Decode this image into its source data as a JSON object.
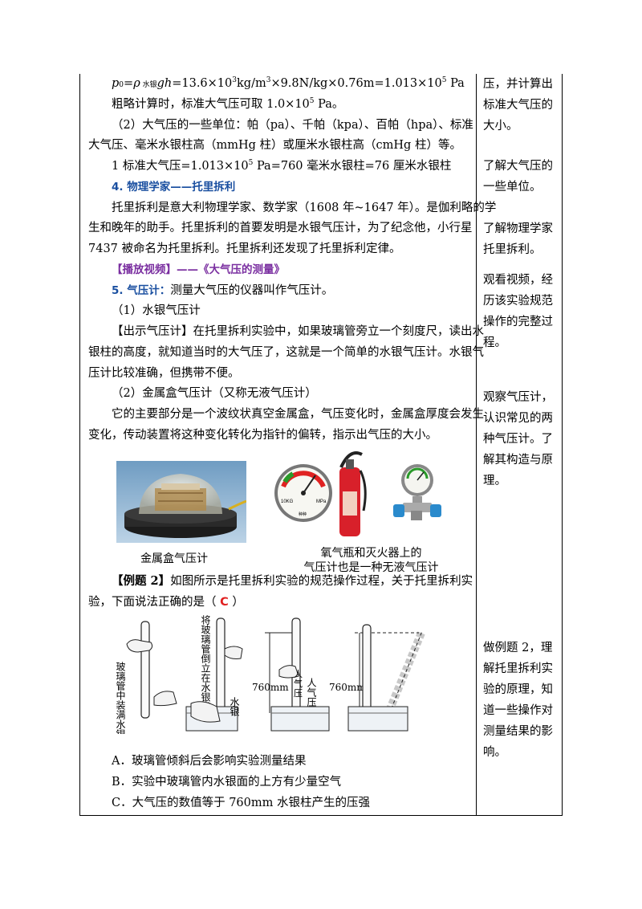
{
  "formula": {
    "lhs_var": "p",
    "lhs_sub": "0",
    "eq": "=",
    "rho": "ρ",
    "rho_sub": " 水银",
    "gh": "gh",
    "rest": "=13.6×10",
    "e1": "3",
    "u1": "kg/m",
    "e2": "3",
    "u2": "×9.8N/kg×0.76m=1.013×10",
    "e3": "5",
    "u3": " Pa"
  },
  "rough": {
    "a": "粗略计算时，标准大气压可取 1.0×10",
    "e": "5",
    "b": " Pa。"
  },
  "units_line1": "（2）大气压的一些单位：帕（pa）、千帕（kpa）、百帕（hpa）、标准",
  "units_line2": "大气压、毫米水银柱高（mmHg 柱）或厘米水银柱高（cmHg 柱）等。",
  "std": {
    "a": "1 标准大气压=1.013×10",
    "e": "5",
    "b": " Pa=760 毫米水银柱=76 厘米水银柱"
  },
  "heading4": "4.  物理学家——托里拆利",
  "tor1": "托里拆利是意大利物理学家、数学家（1608 年~1647 年）。是伽利略的学",
  "tor2": "生和晚年的助手。托里拆利的首要发明是水银气压计，为了纪念他，小行星",
  "tor3": "7437 被命名为托里拆利。托里拆利还发现了托里拆利定律。",
  "video": "【播放视频】——《大气压的测量》",
  "h5_label": "5. 气压计：",
  "h5_text": "测量大气压的仪器叫作气压计。",
  "merc_title": "（1）水银气压计",
  "merc1": "【出示气压计】在托里拆利实验中，如果玻璃管旁立一个刻度尺，读出水",
  "merc2": "银柱的高度，就知道当时的大气压了，这就是一个简单的水银气压计。水银气",
  "merc3": "压计比较准确，但携带不便。",
  "metal_title": "（2）金属盒气压计（又称无液气压计）",
  "metal1": "它的主要部分是一个波纹状真空金属盒，气压变化时，金属盒厚度会发生",
  "metal2": "变化，传动装置将这种变化转化为指针的偏转，指示出气压的大小。",
  "cap1": "金属盒气压计",
  "cap2a": "氧气瓶和灭火器上的",
  "cap2b": "气压计也是一种无液气压计",
  "ex_label": "【例题 2】",
  "ex1": "如图所示是托里拆利实验的规范操作过程，关于托里拆利实",
  "ex2a": "验，下面说法正确的是（ ",
  "ex_answer": "C",
  "ex2b": " ）",
  "optA": "A．玻璃管倾斜后会影响实验测量结果",
  "optB": "B．实验中玻璃管内水银面的上方有少量空气",
  "optC": "C．大气压的数值等于 760mm 水银柱产生的压强",
  "fig": {
    "t1": "玻璃管中装满水银",
    "t2": "将玻璃管倒立在水银槽中",
    "t3": "水银",
    "p1": "人气压",
    "p2": "人气压",
    "h1": "760mm",
    "h2": "760mm"
  },
  "gauge": {
    "l": "10KG",
    "r": "MPa",
    "b": "种种"
  },
  "side": [
    {
      "lines": [
        "压，并计算出",
        "标准大气压的",
        "大小。"
      ]
    },
    {
      "lines": [
        "了解大气压的",
        "一些单位。"
      ]
    },
    {
      "lines": [
        "了解物理学家",
        "托里拆利。"
      ]
    },
    {
      "lines": [
        "观看视频，经",
        "历该实验规范",
        "操作的完整过",
        "程。"
      ]
    },
    {
      "lines": [
        "观察气压计，",
        "认识常见的两",
        "种气压计。了",
        "解其构造与原",
        "理。"
      ]
    },
    {
      "lines": [
        "做例题 2，理",
        "解托里拆利实",
        "验的原理，知",
        "道一些操作对",
        "测量结果的影",
        "响。"
      ]
    }
  ]
}
